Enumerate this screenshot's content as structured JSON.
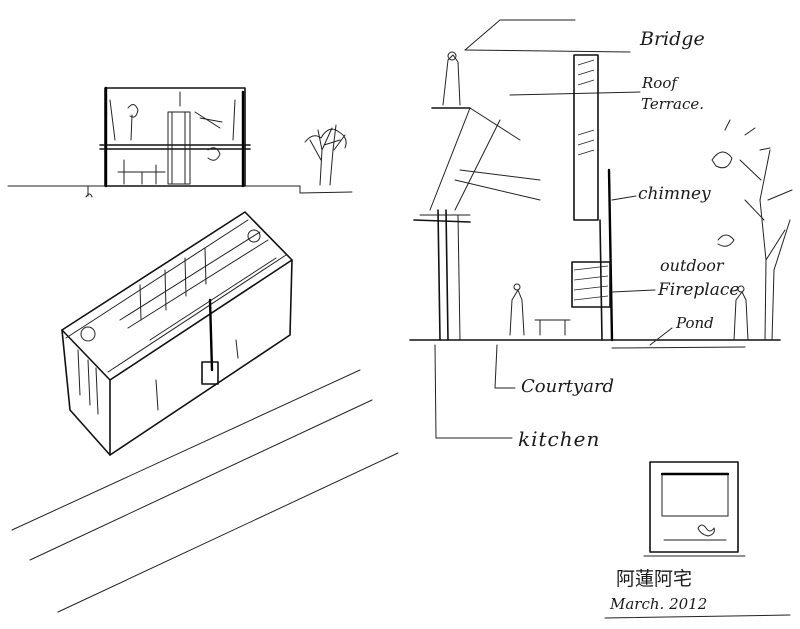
{
  "annotations": {
    "bridge": "Bridge",
    "roof_terrace_line1": "Roof",
    "roof_terrace_line2": "Terrace.",
    "chimney": "chimney",
    "outdoor": "outdoor",
    "fireplace": "Fireplace",
    "pond": "Pond",
    "courtyard": "Courtyard",
    "kitchen": "kitchen"
  },
  "signature": "阿蓮阿宅",
  "date": "March. 2012"
}
